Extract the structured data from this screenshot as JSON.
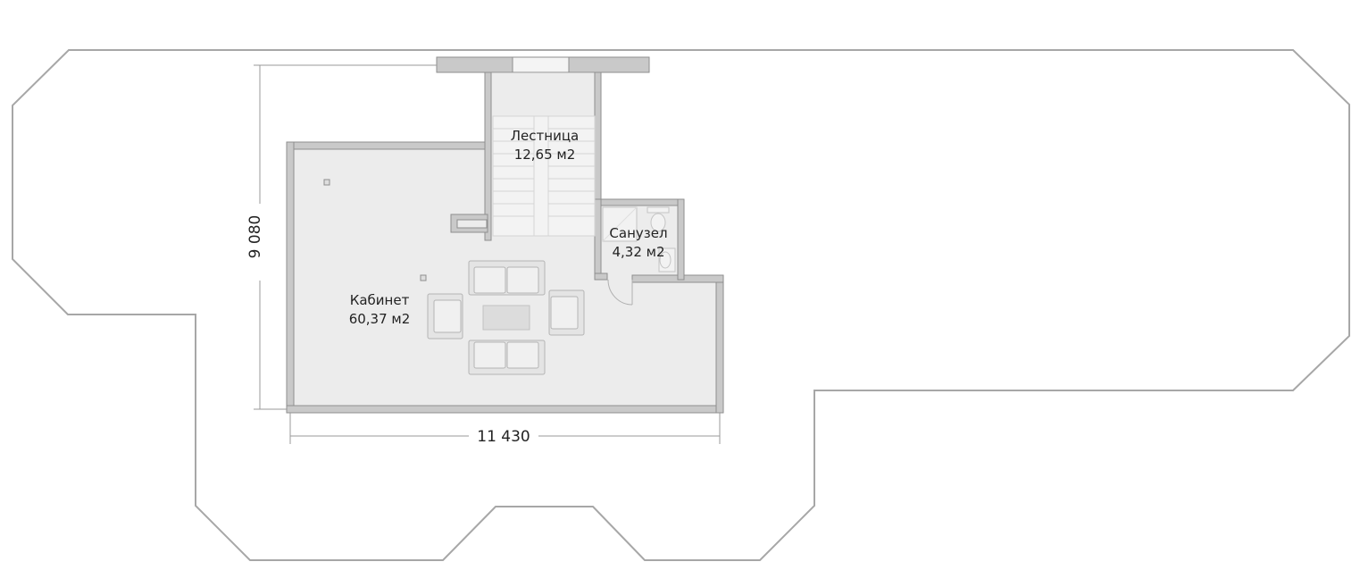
{
  "rooms": {
    "stairs": {
      "name": "Лестница",
      "area": "12,65 м2"
    },
    "bathroom": {
      "name": "Санузел",
      "area": "4,32 м2"
    },
    "office": {
      "name": "Кабинет",
      "area": "60,37 м2"
    }
  },
  "dimensions": {
    "width": "11 430",
    "height": "9 080"
  },
  "colors": {
    "roof_outline": "#a7a7a7",
    "wall_fill": "#c9c9c9",
    "wall_stroke": "#8e8e8e",
    "floor": "#ececec",
    "furniture_fill": "#e4e4e4",
    "furniture_stroke": "#b4b4b4",
    "dimension_line": "#9a9a9a",
    "text": "#222222"
  },
  "icons": [
    "sofa-icon",
    "armchair-icon",
    "coffee-table-icon",
    "toilet-icon",
    "sink-icon",
    "shower-icon",
    "door-swing-icon",
    "staircase-icon",
    "column-icon"
  ]
}
